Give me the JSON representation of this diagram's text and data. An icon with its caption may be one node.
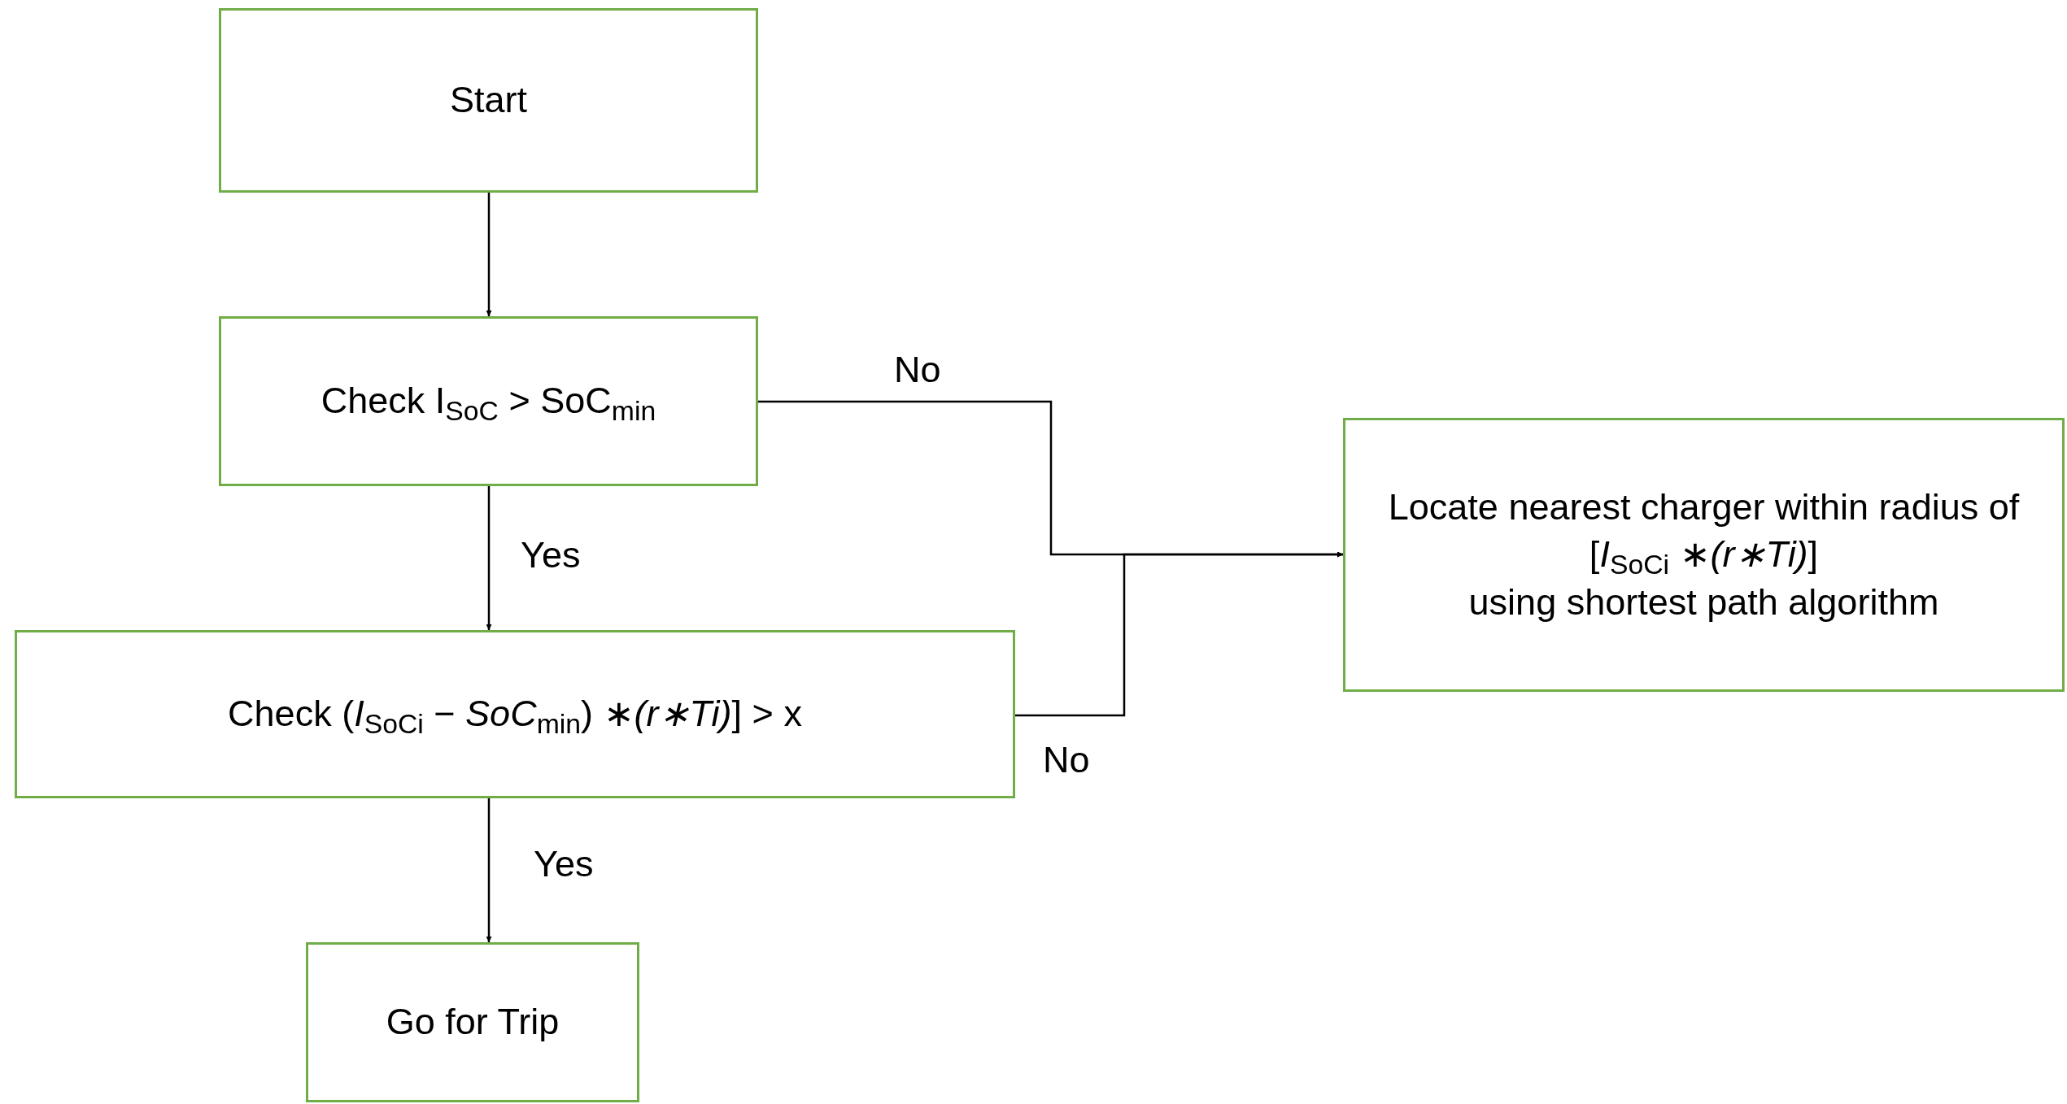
{
  "diagram": {
    "nodes": [
      {
        "text": [
          "Start"
        ]
      },
      {
        "text": [
          "Check I$_{SoC}$ > SoC$_{min}$"
        ]
      },
      {
        "text": [
          "Check (*I*$_{SoCi}$ − *SoC*$_{min}$) ∗*(r∗Ti)*] > x"
        ]
      },
      {
        "text": [
          "Locate nearest charger within radius of",
          "[*I*$_{SoCi}$ ∗*(r∗Ti)*]",
          "using shortest path algorithm"
        ]
      },
      {
        "text": [
          "Go for Trip"
        ]
      }
    ],
    "edges": [
      {
        "from": 0,
        "to": 1,
        "arrow": "to"
      },
      {
        "from": 1,
        "to": 3,
        "arrow": "to",
        "label": "No"
      },
      {
        "from": 1,
        "to": 2,
        "arrow": "to",
        "label": "Yes"
      },
      {
        "from": 2,
        "to": 3,
        "arrow": "to",
        "label": "No"
      },
      {
        "from": 2,
        "to": 4,
        "arrow": "to",
        "label": "Yes"
      }
    ]
  }
}
